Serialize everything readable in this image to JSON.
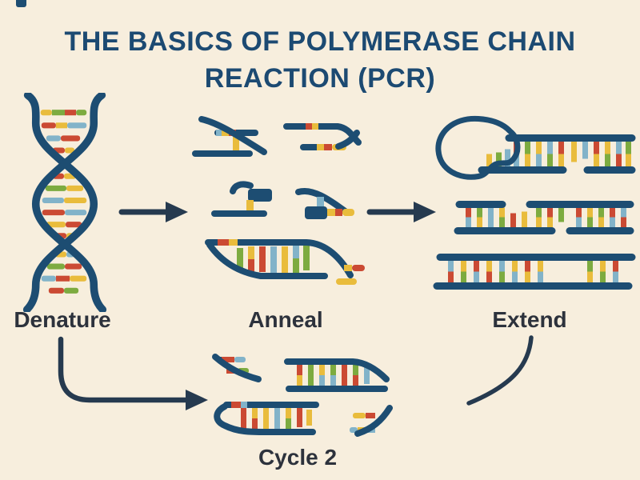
{
  "title": {
    "line1": "THE BASICS OF POLYMERASE CHAIN",
    "line2": "REACTION (PCR)"
  },
  "steps": [
    {
      "id": "denature",
      "label": "Denature",
      "illustration": "dna-double-helix"
    },
    {
      "id": "anneal",
      "label": "Anneal",
      "illustration": "separated-strands-with-primers"
    },
    {
      "id": "extend",
      "label": "Extend",
      "illustration": "polymerase-extending-new-strands"
    }
  ],
  "cycle": {
    "label": "Cycle 2",
    "illustration": "doubled-dna-fragments"
  },
  "flow": {
    "arrow1": "denature-to-anneal-arrow",
    "arrow2": "anneal-to-extend-arrow",
    "arrow3": "denature-down-to-cycle-2-arrow",
    "arrow4": "extend-down-to-cycle-2-curve"
  },
  "palette": {
    "background": "#f7eedd",
    "navy": "#1d4d72",
    "arrow": "#263a4f",
    "title": "#1c4a72",
    "label": "#2d323c",
    "red": "#cb4a33",
    "yellow": "#e9bc3c",
    "green": "#7dab40",
    "blue": "#82b3c9",
    "enzyme": "#68a7c0"
  }
}
